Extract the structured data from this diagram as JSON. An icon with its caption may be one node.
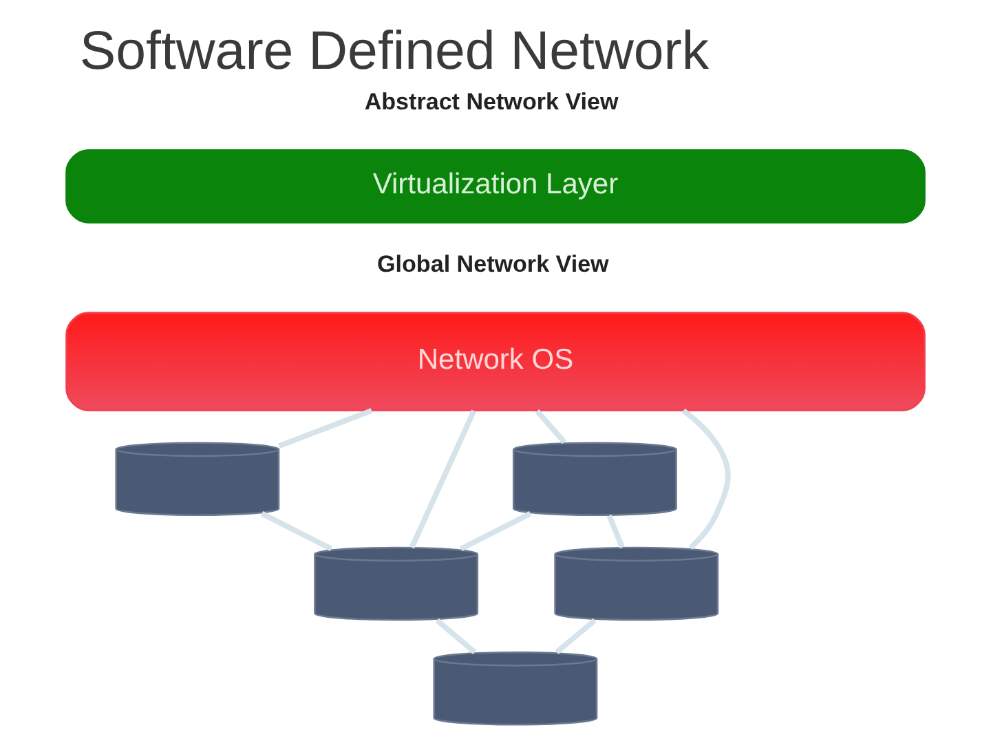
{
  "diagram": {
    "title": "Software Defined Network",
    "nodes": [
      {
        "text": [
          "Virtualization Layer"
        ]
      },
      {
        "text": [
          "Network OS"
        ]
      },
      {
        "text": [],
        "shape": "cylinder"
      },
      {
        "text": [],
        "shape": "cylinder"
      },
      {
        "text": [],
        "shape": "cylinder"
      },
      {
        "text": [],
        "shape": "cylinder"
      },
      {
        "text": [],
        "shape": "cylinder"
      }
    ],
    "edges": [
      {
        "from": 1,
        "to": 2,
        "arrow": "none"
      },
      {
        "from": 1,
        "to": 3,
        "arrow": "none"
      },
      {
        "from": 1,
        "to": 4,
        "arrow": "none"
      },
      {
        "from": 1,
        "to": 5,
        "arrow": "none"
      },
      {
        "from": 2,
        "to": 5,
        "arrow": "none"
      },
      {
        "from": 2,
        "to": 4,
        "arrow": "none"
      },
      {
        "from": 3,
        "to": 4,
        "arrow": "none"
      },
      {
        "from": 5,
        "to": 6,
        "arrow": "none"
      },
      {
        "from": 4,
        "to": 6,
        "arrow": "none"
      }
    ],
    "labels": [
      "Abstract Network View",
      "Global Network View"
    ]
  }
}
